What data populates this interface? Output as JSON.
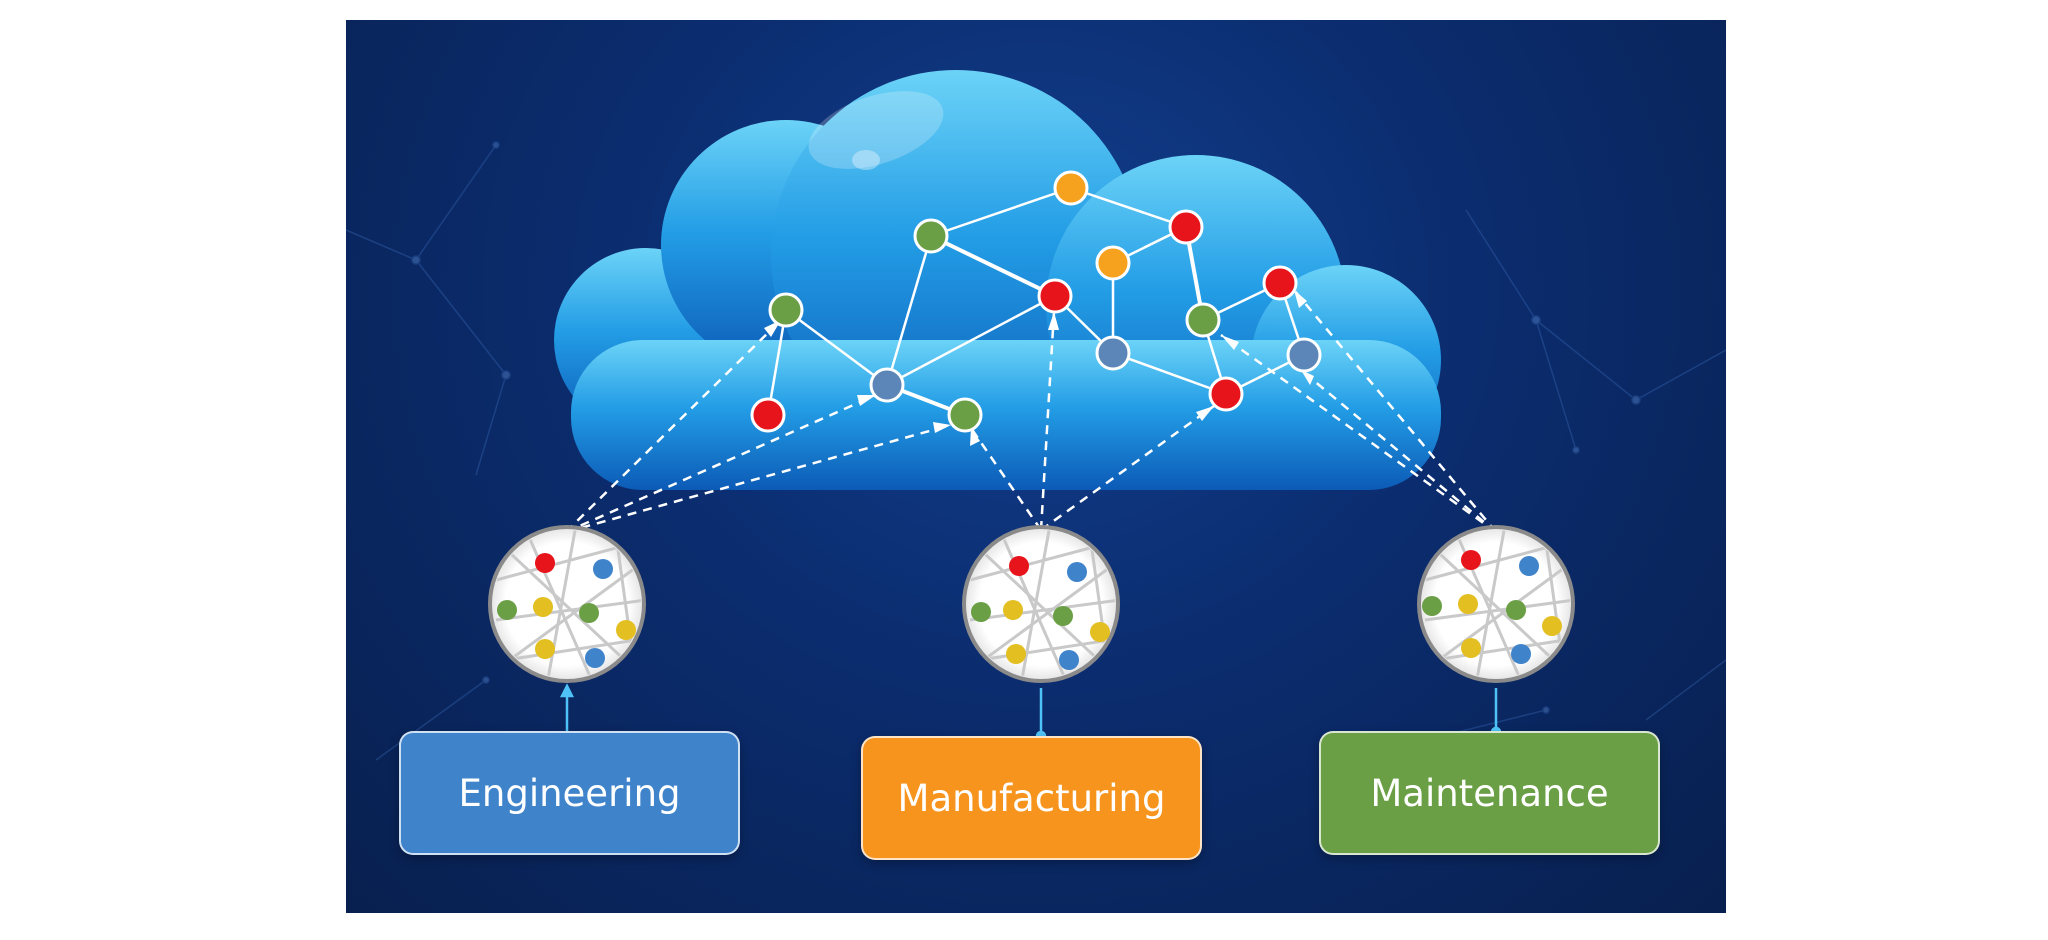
{
  "departments": [
    {
      "label": "Engineering",
      "color": "#3f83cb"
    },
    {
      "label": "Manufacturing",
      "color": "#f6941d"
    },
    {
      "label": "Maintenance",
      "color": "#6a9f45"
    }
  ],
  "colors": {
    "background": "#0b2c6e",
    "cloud": "#1e9be4",
    "node_red": "#e8141b",
    "node_green": "#6a9f45",
    "node_orange": "#f6a21e",
    "node_blue": "#5c86b8",
    "node_yellow": "#e3bf22"
  }
}
